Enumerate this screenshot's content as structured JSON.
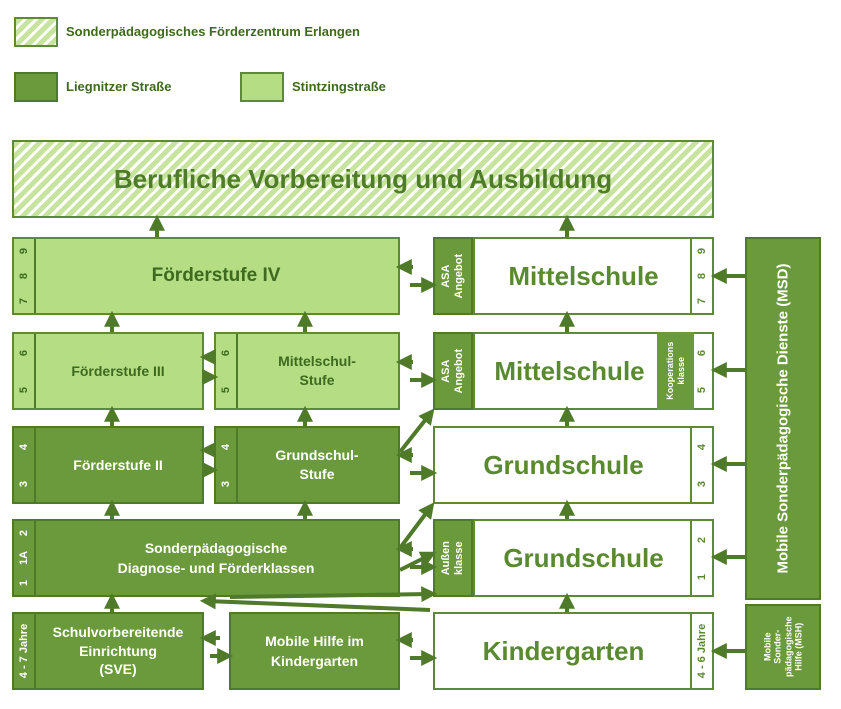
{
  "legend": {
    "combined": "Sonderpädagogisches Förderzentrum Erlangen",
    "dark": "Liegnitzer Straße",
    "light": "Stintzingstraße"
  },
  "top": {
    "label": "Berufliche Vorbereitung und Ausbildung"
  },
  "foerderstufe4": {
    "label": "Förderstufe IV",
    "grades": [
      "9",
      "8",
      "7"
    ]
  },
  "foerderstufe3": {
    "label": "Förderstufe III",
    "grades": [
      "6",
      "5"
    ]
  },
  "mittelschulstufe": {
    "label": "Mittelschul-\nStufe",
    "grades": [
      "6",
      "5"
    ]
  },
  "foerderstufe2": {
    "label": "Förderstufe II",
    "grades": [
      "4",
      "3"
    ]
  },
  "grundschulstufe": {
    "label": "Grundschul-\nStufe",
    "grades": [
      "4",
      "3"
    ]
  },
  "dfk": {
    "label": "Sonderpädagogische\nDiagnose- und Förderklassen",
    "grades": [
      "2",
      "1A",
      "1"
    ]
  },
  "sve": {
    "label": "Schulvorbereitende\nEinrichtung\n(SVE)",
    "side": "4 - 7 Jahre"
  },
  "mobile_kita": {
    "label": "Mobile Hilfe im\nKindergarten"
  },
  "asa_top": {
    "label": "ASA\nAngebot"
  },
  "asa_mid": {
    "label": "ASA\nAngebot"
  },
  "aussen": {
    "label": "Außen\nklasse"
  },
  "kooperation": {
    "label": "Kooperations\nklasse"
  },
  "mittelschule_top": {
    "label": "Mittelschule",
    "grades": [
      "9",
      "8",
      "7"
    ]
  },
  "mittelschule_mid": {
    "label": "Mittelschule",
    "grades": [
      "6",
      "5"
    ]
  },
  "grundschule_top": {
    "label": "Grundschule",
    "grades": [
      "4",
      "3"
    ]
  },
  "grundschule_bottom": {
    "label": "Grundschule",
    "grades": [
      "2",
      "1"
    ]
  },
  "kindergarten": {
    "label": "Kindergarten",
    "side": "4 - 6 Jahre"
  },
  "msd": {
    "label": "Mobile Sonderpädagogische Dienste (MSD)"
  },
  "msh": {
    "label": "Mobile\nSonder-\npädagogische\nHilfe (MSH)"
  },
  "colors": {
    "dark": "#6b9a3c",
    "light": "#b4dd84",
    "border": "#4f7a2a",
    "text": "#3d6a1e"
  }
}
